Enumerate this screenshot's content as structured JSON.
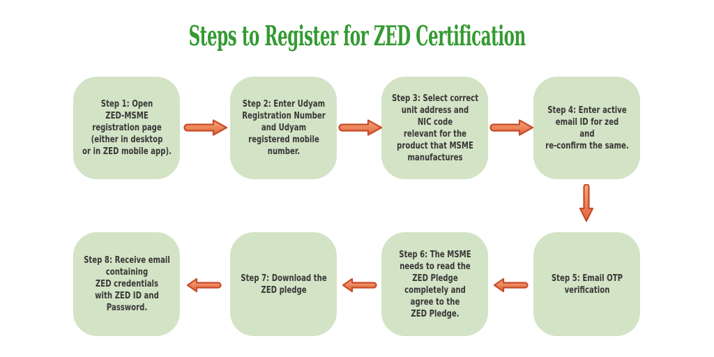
{
  "title": "Steps to Register for ZED Certification",
  "colors": {
    "title_color": "#349a33",
    "box_bg": "#d3e3c5",
    "box_text": "#383838",
    "arrow_fill_light": "#f6ab7e",
    "arrow_fill_dark": "#e2623a",
    "arrow_stroke": "#c64b2a",
    "page_bg": "#ffffff"
  },
  "steps": [
    {
      "label": "Step 1",
      "text": "Step 1: Open\nZED-MSME\nregistration page\n(either in desktop\nor in ZED mobile app)."
    },
    {
      "label": "Step 2",
      "text": "Step 2: Enter Udyam\nRegistration Number\nand Udyam\nregistered mobile\nnumber."
    },
    {
      "label": "Step 3",
      "text": "Step 3: Select correct\nunit address and\nNIC code\nrelevant for the\nproduct that MSME\nmanufactures"
    },
    {
      "label": "Step 4",
      "text": "Step 4: Enter active\nemail ID for zed\nand\nre-confirm the same."
    },
    {
      "label": "Step 5",
      "text": "Step 5:  Email OTP\nverification"
    },
    {
      "label": "Step 6",
      "text": "Step 6: The MSME\nneeds to read the\nZED Pledge\ncompletely and\nagree to the\nZED Pledge."
    },
    {
      "label": "Step 7",
      "text": "Step 7: Download the\nZED pledge"
    },
    {
      "label": "Step 8",
      "text": "Step 8: Receive email\ncontaining\nZED credentials\nwith ZED ID and\nPassword."
    }
  ],
  "arrows": [
    {
      "name": "arrow-step1-to-step2",
      "direction": "right"
    },
    {
      "name": "arrow-step2-to-step3",
      "direction": "right"
    },
    {
      "name": "arrow-step3-to-step4",
      "direction": "right"
    },
    {
      "name": "arrow-step4-to-step5",
      "direction": "down"
    },
    {
      "name": "arrow-step5-to-step6",
      "direction": "left"
    },
    {
      "name": "arrow-step6-to-step7",
      "direction": "left"
    },
    {
      "name": "arrow-step7-to-step8",
      "direction": "left"
    }
  ]
}
